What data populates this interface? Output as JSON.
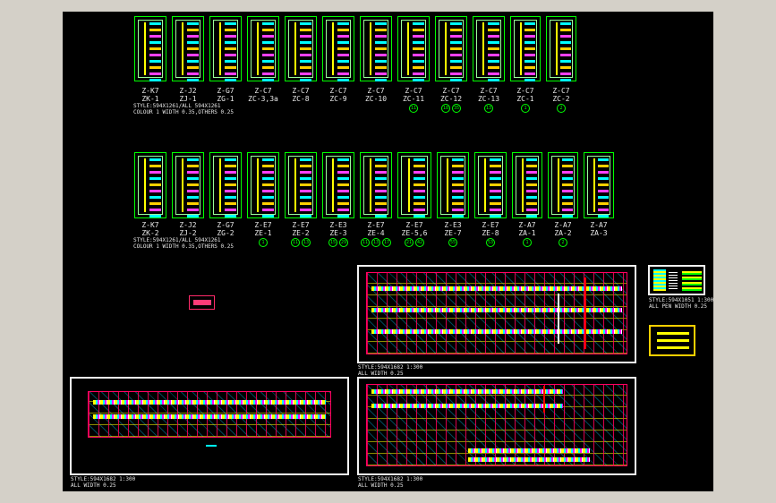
{
  "row1": {
    "sheets": [
      {
        "top": "Z-K7",
        "bottom": "ZK-1",
        "marks": []
      },
      {
        "top": "Z-J2",
        "bottom": "ZJ-1",
        "marks": []
      },
      {
        "top": "Z-G7",
        "bottom": "ZG-1",
        "marks": []
      },
      {
        "top": "Z-C7",
        "bottom": "ZC-3,3a",
        "marks": []
      },
      {
        "top": "Z-C7",
        "bottom": "ZC-8",
        "marks": []
      },
      {
        "top": "Z-C7",
        "bottom": "ZC-9",
        "marks": []
      },
      {
        "top": "Z-C7",
        "bottom": "ZC-10",
        "marks": []
      },
      {
        "top": "Z-C7",
        "bottom": "ZC-11",
        "marks": [
          "11"
        ]
      },
      {
        "top": "Z-C7",
        "bottom": "ZC-12",
        "marks": [
          "18",
          "35"
        ]
      },
      {
        "top": "Z-C7",
        "bottom": "ZC-13",
        "marks": [
          "13"
        ]
      },
      {
        "top": "Z-C7",
        "bottom": "ZC-1",
        "marks": [
          "1"
        ]
      },
      {
        "top": "Z-C7",
        "bottom": "ZC-2",
        "marks": [
          "2"
        ]
      }
    ],
    "note_line1": "STYLE:594X1261/ALL 594X1261",
    "note_line2": "COLOUR 1 WIDTH 0.35,OTHERS 0.25"
  },
  "row2": {
    "sheets": [
      {
        "top": "Z-K7",
        "bottom": "ZK-2",
        "marks": []
      },
      {
        "top": "Z-J2",
        "bottom": "ZJ-2",
        "marks": []
      },
      {
        "top": "Z-G7",
        "bottom": "ZG-2",
        "marks": []
      },
      {
        "top": "Z-E7",
        "bottom": "ZE-1",
        "marks": [
          "1"
        ]
      },
      {
        "top": "Z-E7",
        "bottom": "ZE-2",
        "marks": [
          "11",
          "13"
        ]
      },
      {
        "top": "Z-E3",
        "bottom": "ZE-3",
        "marks": [
          "15",
          "29"
        ]
      },
      {
        "top": "Z-E7",
        "bottom": "ZE-4",
        "marks": [
          "11",
          "13",
          "17"
        ]
      },
      {
        "top": "Z-E7",
        "bottom": "ZE-5,6",
        "marks": [
          "21",
          "42"
        ]
      },
      {
        "top": "Z-E3",
        "bottom": "ZE-7",
        "marks": [
          "55"
        ]
      },
      {
        "top": "Z-E7",
        "bottom": "ZE-8",
        "marks": [
          "53"
        ]
      },
      {
        "top": "Z-A7",
        "bottom": "ZA-1",
        "marks": [
          "1"
        ]
      },
      {
        "top": "Z-A7",
        "bottom": "ZA-2",
        "marks": [
          "2"
        ]
      },
      {
        "top": "Z-A7",
        "bottom": "ZA-3",
        "marks": []
      }
    ],
    "note_line1": "STYLE:594X1261/ALL 594X1261",
    "note_line2": "COLOUR 1 WIDTH 0.35,OTHERS 0.25"
  },
  "plans": {
    "upper_right": {
      "style": "STYLE:594X1682 1:300",
      "pen": "ALL WIDTH 0.25"
    },
    "lower_left": {
      "style": "STYLE:594X1682 1:300",
      "pen": "ALL WIDTH 0.25"
    },
    "lower_right": {
      "style": "STYLE:594X1682 1:300",
      "pen": "ALL WIDTH 0.25"
    },
    "legend": {
      "style": "STYLE:594X1051 1:300",
      "pen": "ALL PEN WIDTH 0.25"
    }
  },
  "colors": {
    "background": "#000000",
    "frame_green": "#00ff00",
    "plan_border": "#f2f2f2",
    "grid_red": "#ff0060",
    "accent_yellow": "#ffff00",
    "workspace_gray": "#d4d0c8"
  }
}
